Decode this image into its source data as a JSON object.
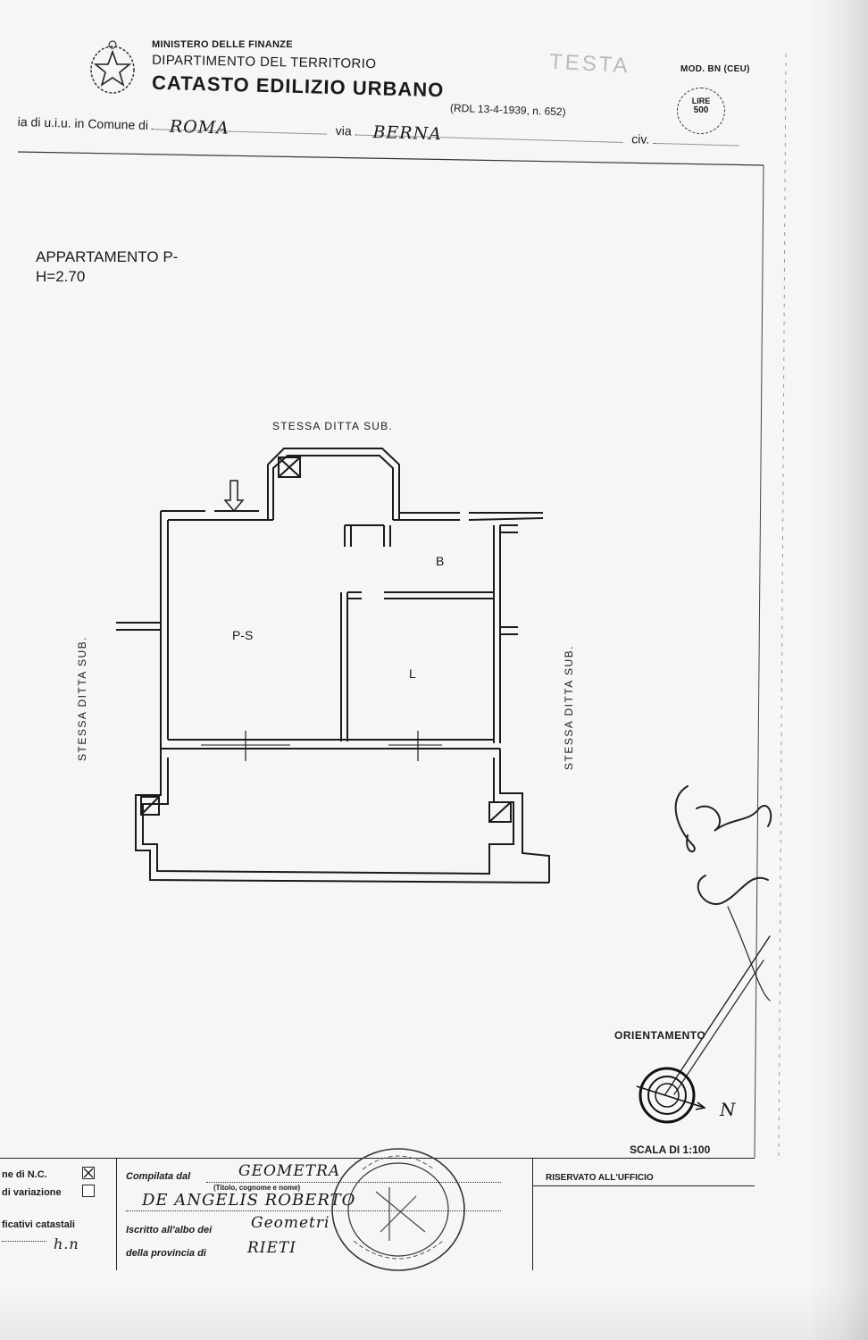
{
  "header": {
    "ministry": "MINISTERO DELLE FINANZE",
    "department": "DIPARTIMENTO DEL TERRITORIO",
    "catasto": "CATASTO EDILIZIO URBANO",
    "law_ref": "(RDL 13-4-1939, n. 652)",
    "stamp_text": "TESTA",
    "model": "MOD. BN (CEU)",
    "revenue_stamp_line1": "LIRE",
    "revenue_stamp_line2": "500",
    "location_prefix": "ia di u.i.u. in Comune di",
    "comune": "ROMA",
    "via_label": "via",
    "via": "BERNA",
    "civ_label": "civ."
  },
  "plan": {
    "title": "APPARTAMENTO P-",
    "height": "H=2.70",
    "top_label": "STESSA   DITTA   SUB.",
    "left_label": "STESSA   DITTA   SUB.",
    "right_label": "STESSA   DITTA   SUB.",
    "rooms": {
      "bath": "B",
      "living": "P-S",
      "bedroom": "L"
    }
  },
  "orientation": {
    "label": "ORIENTAMENTO",
    "north": "N",
    "scale": "SCALA DI 1:100"
  },
  "title_block": {
    "check1": "ne di N.C.",
    "check2": "di  variazione",
    "cat_label": "ficativi catastali",
    "cat_value": "h.n",
    "compiled_label": "Compilata dal",
    "compiled_value": "GEOMETRA",
    "name_hint": "(Titolo, cognome e nome)",
    "name_value": "DE ANGELIS  ROBERTO",
    "albo_label": "Iscritto all'albo dei",
    "albo_value": "Geometri",
    "province_label": "della provincia di",
    "province_value": "RIETI",
    "reserved": "RISERVATO ALL'UFFICIO"
  }
}
